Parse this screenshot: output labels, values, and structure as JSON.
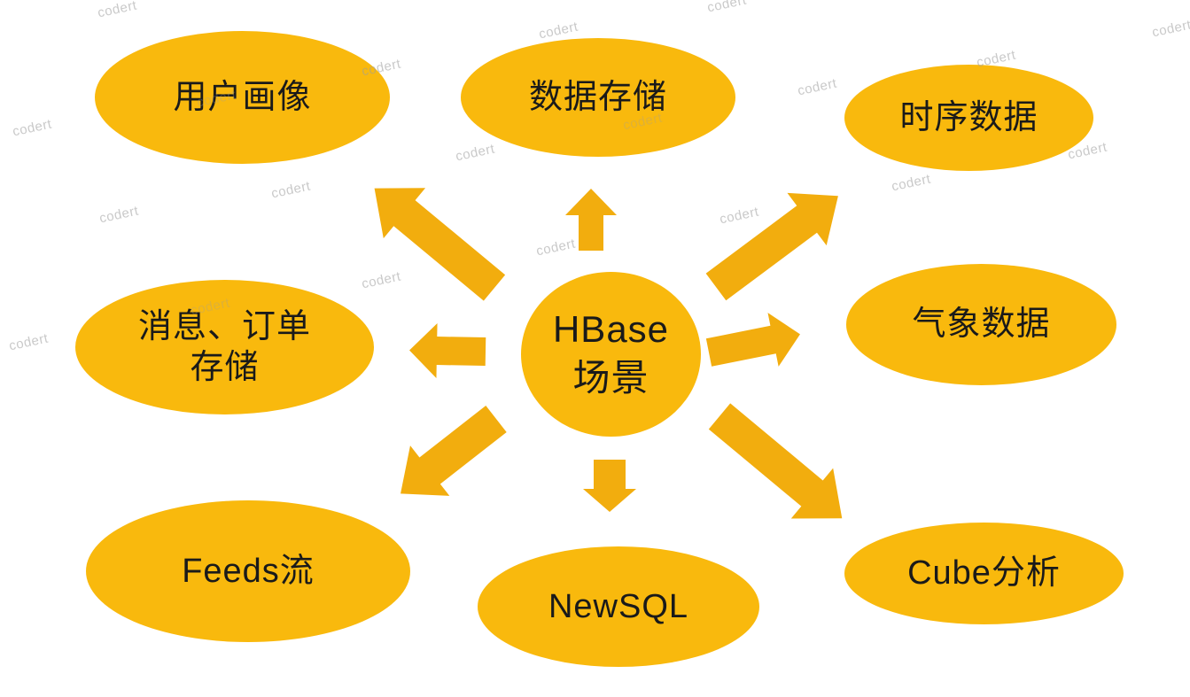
{
  "diagram": {
    "watermark_text": "codert",
    "colors": {
      "background": "#FFFFFF",
      "ellipse": "#F9B90D",
      "arrow": "#F2AD0E",
      "text": "#1A1A1A",
      "watermark": "#9E9E9E"
    },
    "center": {
      "line1": "HBase",
      "line2": "场景"
    },
    "nodes": [
      {
        "id": "user-profile",
        "label": "用户画像"
      },
      {
        "id": "data-storage",
        "label": "数据存储"
      },
      {
        "id": "time-series",
        "label": "时序数据"
      },
      {
        "id": "message-order",
        "line1": "消息、订单",
        "line2": "存储"
      },
      {
        "id": "weather-data",
        "label": "气象数据"
      },
      {
        "id": "feeds-stream",
        "label": "Feeds流"
      },
      {
        "id": "newsql",
        "label": "NewSQL"
      },
      {
        "id": "cube-analysis",
        "label": "Cube分析"
      }
    ]
  }
}
